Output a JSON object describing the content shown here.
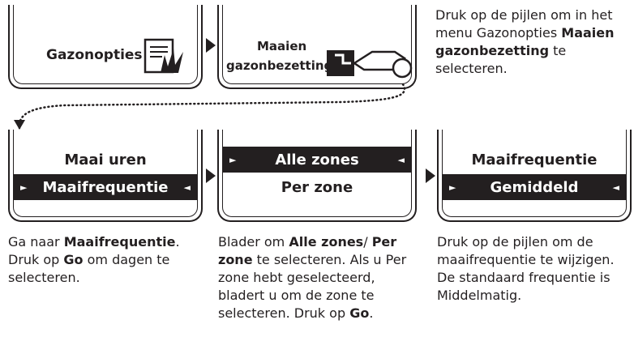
{
  "step1": {
    "label": "Gazonopties",
    "icon": "document-grass-icon"
  },
  "step2": {
    "label_line1": "Maaien",
    "label_line2": "gazonbezetting",
    "icon": "mower-icon"
  },
  "intro": {
    "text1": "Druk op de pijlen om in het menu Gazonopties ",
    "bold1": "Maaien gazonbezetting",
    "text2": " te selecteren."
  },
  "screen_a": {
    "row1": "Maai uren",
    "row2": "Maaifrequentie"
  },
  "screen_b": {
    "row1": "Alle zones",
    "row2": "Per zone"
  },
  "screen_c": {
    "row1": "Maaifrequentie",
    "row2": "Gemiddeld"
  },
  "caption_a": {
    "t1": "Ga naar ",
    "b1": "Maaifrequentie",
    "t2": ". Druk op ",
    "b2": "Go",
    "t3": " om dagen te selecteren."
  },
  "caption_b": {
    "t1": "Blader om ",
    "b1": "Alle zones",
    "t2": "/ ",
    "b2": "Per zone",
    "t3": " te selecteren. Als u Per zone hebt geselecteerd, bladert u om de zone te selecteren. Druk op ",
    "b3": "Go",
    "t4": "."
  },
  "caption_c": {
    "t1": "Druk op de pijlen om de maaifrequentie te wijzigen. De standaard frequentie is Middelmatig."
  }
}
